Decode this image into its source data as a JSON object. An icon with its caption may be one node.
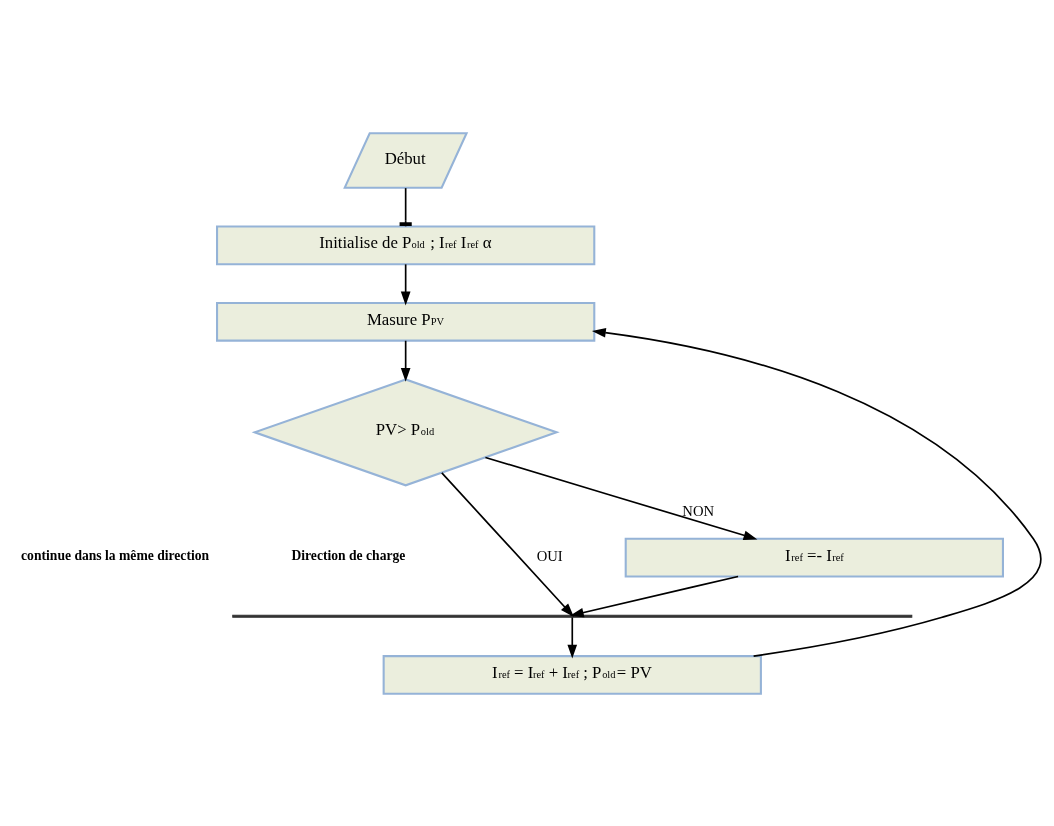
{
  "diagram": {
    "nodes": [
      {
        "text": [
          "Début"
        ]
      },
      {
        "text": [
          "Initialise de P$_{old}$ ; I$_{ref}$ I$_{ref}$ α"
        ]
      },
      {
        "text": [
          "Masure P$_{PV}$"
        ]
      },
      {
        "text": [
          "PV> P$_{old}$"
        ]
      },
      {
        "text": [
          "I$_{ref}$ =- I$_{ref}$"
        ]
      },
      {
        "text": [],
        "shape": "bar"
      },
      {
        "text": [
          "I$_{ref}$ = I$_{ref}$ + I$_{ref}$ ; P$_{old}$= PV"
        ]
      }
    ],
    "edges": [
      {
        "from": 0,
        "to": 1,
        "arrow": "other"
      },
      {
        "from": 1,
        "to": 2,
        "arrow": "to"
      },
      {
        "from": 2,
        "to": 3,
        "arrow": "to"
      },
      {
        "from": 3,
        "to": 5,
        "arrow": "to",
        "label": "OUI"
      },
      {
        "from": 3,
        "to": 4,
        "arrow": "to",
        "label": "NON"
      },
      {
        "from": 4,
        "to": 5,
        "arrow": "to"
      },
      {
        "from": 5,
        "to": 6,
        "arrow": "to"
      },
      {
        "from": 6,
        "to": 2,
        "arrow": "to"
      }
    ],
    "labels": [
      "continue dans la même direction",
      "Direction de charge"
    ]
  }
}
